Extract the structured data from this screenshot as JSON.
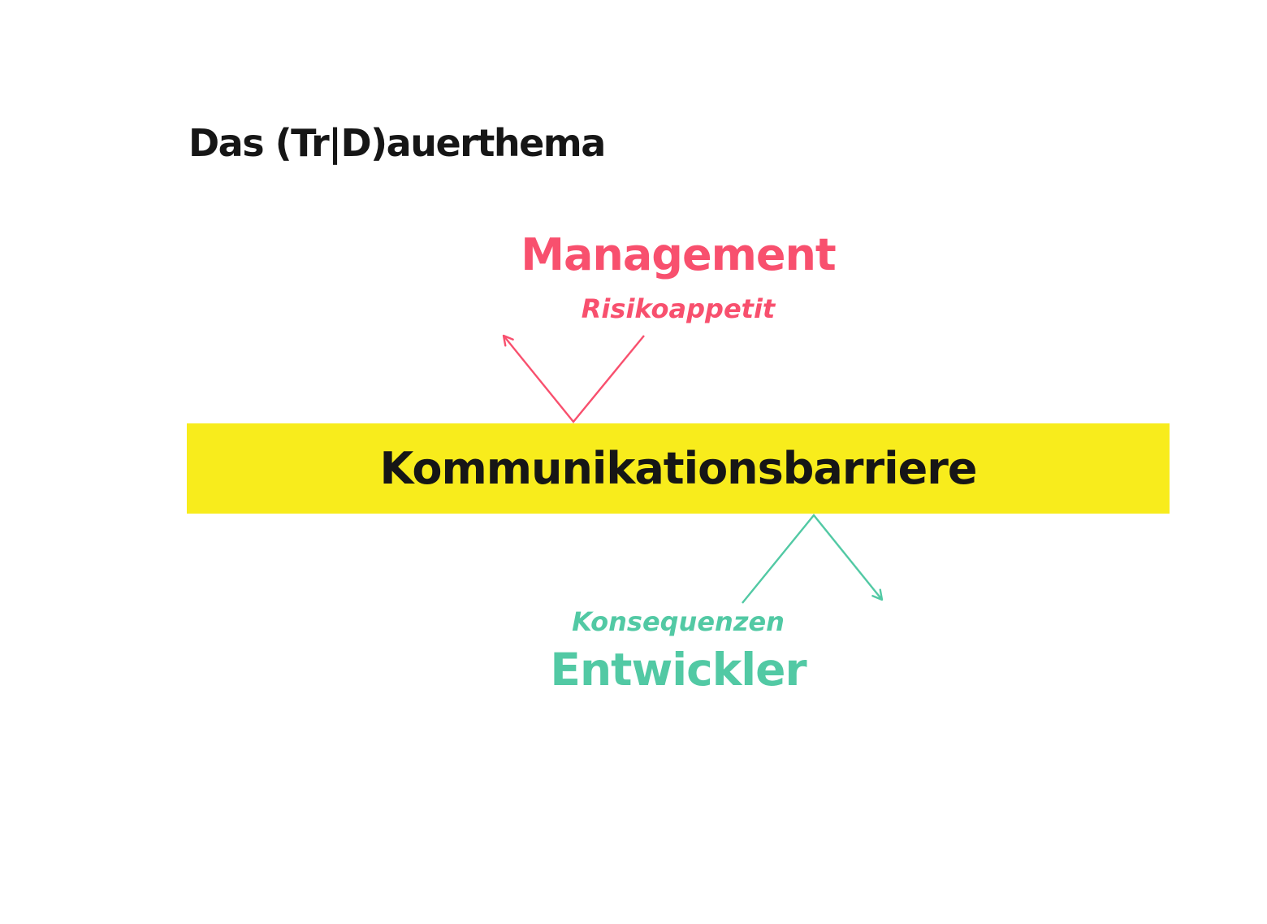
{
  "slide": {
    "title": "Das (Tr|D)auerthema",
    "management": {
      "heading": "Management",
      "annotation": "Risikoappetit"
    },
    "barrier": {
      "label": "Kommunikationsbarriere"
    },
    "developer": {
      "annotation": "Konsequenzen",
      "heading": "Entwickler"
    }
  },
  "diagram": {
    "arrows": [
      {
        "name": "management-bounce-arrow",
        "description": "line from Risikoappetit down to barrier, reflecting up-left with arrowhead",
        "color_key": "pink"
      },
      {
        "name": "developer-bounce-arrow",
        "description": "line from Konsequenzen up to barrier, reflecting down-right with arrowhead",
        "color_key": "green"
      }
    ]
  },
  "colors": {
    "pink": "#f8506e",
    "green": "#52c9a4",
    "yellow": "#f8ec1c",
    "ink": "#161616",
    "bg": "#ffffff"
  }
}
